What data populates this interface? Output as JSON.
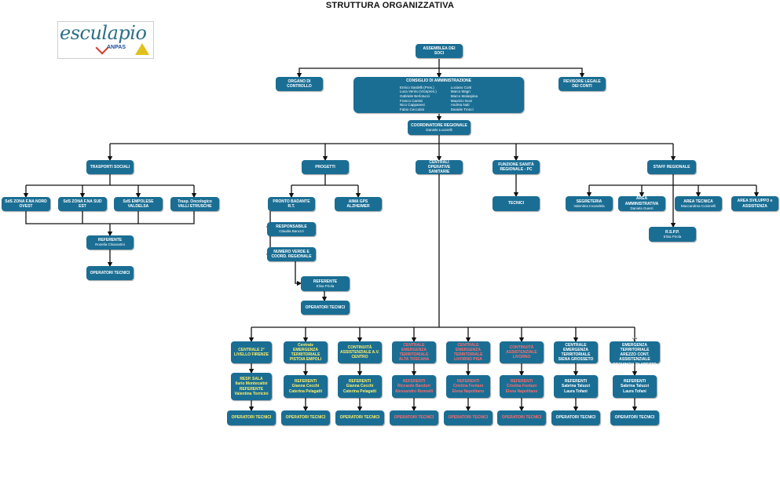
{
  "title": "STRUTTURA ORGANIZZATIVA",
  "logo": {
    "wordmark": "esculapio",
    "association": "ANPAS"
  },
  "colors": {
    "box": "#1a6e94",
    "connector": "#111111",
    "highlight_yellow": "#ffef6a",
    "highlight_red": "#ff6d6d"
  },
  "top": {
    "assemblea": "ASSEMBLEA DEI SOCI",
    "organo": "ORGANO DI CONTROLLO",
    "revisore": "REVISORE LEGALE DEI CONTI",
    "consiglio": {
      "title": "CONSIGLIO DI AMMINISTRAZIONE",
      "left": [
        "Enrico Sardelli (Pres.)",
        "Luca Verino (Vicepres.)",
        "Gabriele Berlotucci",
        "Franco Cantini",
        "Nico Cappanesi",
        "Fabio Ceccotini"
      ],
      "right": [
        "Luciano Corti",
        "Marco Magri",
        "Marco Malaspina",
        "Maurizio Novi",
        "Andrea Nati",
        "Daniele Troncì"
      ]
    },
    "coordinatore": {
      "title": "COORDINATORE REGIONALE",
      "name": "Daniele Lucarelli"
    }
  },
  "areas": {
    "trasporti": {
      "title": "TRASPORTI SOCIALI",
      "zones": [
        "SdS ZONA F.NA NORD OVEST",
        "SdS ZONA F.NA SUD EST",
        "SdS EMPOLESE VALDELSA",
        "Trasp. Oncologico VALLI ETRUSCHE"
      ],
      "referente": {
        "title": "REFERENTE",
        "name": "Rosella Chiarantini"
      },
      "operatori": "OPERATORI TECNICI"
    },
    "progetti": {
      "title": "PROGETTI",
      "pronto": "PRONTO BADANTE R.T.",
      "aima": "AIMA GPS ALZHEIMER",
      "responsabile": {
        "title": "RESPONSABILE",
        "name": "Claudia Baruzzi"
      },
      "numero": "NUMERO VERDE E COORD. REGIONALE",
      "referente": {
        "title": "REFERENTE",
        "name": "Elisa Priola"
      },
      "operatori": "OPERATORI TECNICI"
    },
    "centrali": {
      "title": "CENTRALI OPERATIVE SANITARIE"
    },
    "funzione": {
      "title": "FUNZIONE SANITÀ REGIONALE - PC",
      "tecnici": "TECNICI"
    },
    "staff": {
      "title": "STAFF REGIONALE",
      "segreteria": {
        "title": "SEGRETERIA",
        "name": "Valentina Incandela"
      },
      "amministrativa": {
        "title": "AREA AMMINISTRATIVA",
        "name": "Daniela Guerri"
      },
      "tecnica": {
        "title": "AREA TECNICA",
        "name": "Maccandrea Cosimelli"
      },
      "sviluppo": {
        "title": "AREA SVILUPPO e ASSISTENZA"
      },
      "rspp": {
        "title": "R.S.P.P.",
        "name": "Elisa Priola"
      }
    }
  },
  "centrali_list": [
    {
      "title": "CENTRALE 2° LIVELLO FIRENZE",
      "ref_title": "RESP. SALA",
      "ref_lines": [
        "Ilario Montecatini",
        "REFERENTE",
        "Valentina Torricini"
      ],
      "op": "OPERATORI TECNICI",
      "color": "yellow"
    },
    {
      "title": "Centrale EMERGENZA TERRITORIALE PISTOIA EMPOLI",
      "ref_title": "REFERENTI",
      "ref_lines": [
        "Gianna Cecchi",
        "Caterina Pelagatti"
      ],
      "op": "OPERATORI TECNICI",
      "color": "yellow"
    },
    {
      "title": "CONTINUITÀ ASSISTENZIALE A.V. CENTRO",
      "ref_title": "REFERENTI",
      "ref_lines": [
        "Gianna Cecchi",
        "Caterina Pelagatti"
      ],
      "op": "OPERATORI TECNICI",
      "color": "yellow"
    },
    {
      "title": "CENTRALE EMERGENZA TERRITORIALE ALTA TOSCANA",
      "ref_title": "REFERENTI",
      "ref_lines": [
        "Riccardo Banduri",
        "Alessandro Ronnelli"
      ],
      "op": "OPERATORI TECNICI",
      "color": "red"
    },
    {
      "title": "CENTRALE EMERGENZA TERRITORIALE LIVORNO PISA",
      "ref_title": "REFERENTI",
      "ref_lines": [
        "Cristina Fontani",
        "Elena Napolitano"
      ],
      "op": "OPERATORI TECNICI",
      "color": "red"
    },
    {
      "title": "CONTINUITÀ ASSISTENZIALE LIVORNO",
      "ref_title": "REFERENTI",
      "ref_lines": [
        "Cristina Fontani",
        "Elena Napolitano"
      ],
      "op": "OPERATORI TECNICI",
      "color": "red"
    },
    {
      "title": "CENTRALE EMERGENZA TERRITORIALE SIENA GROSSETO",
      "ref_title": "REFERENTI",
      "ref_lines": [
        "Sabrina Taluzzi",
        "Laura Tofani"
      ],
      "op": "OPERATORI TECNICI",
      "color": "white"
    },
    {
      "title": "CENTRALE EMERGENZA TERRITORIALE AREZZO CONT. ASSISTENZIALE PROVINCIA DI AREZZO",
      "ref_title": "REFERENTI",
      "ref_lines": [
        "Sabrina Taluzzi",
        "Laura Tofani"
      ],
      "op": "OPERATORI TECNICI",
      "color": "white"
    }
  ]
}
